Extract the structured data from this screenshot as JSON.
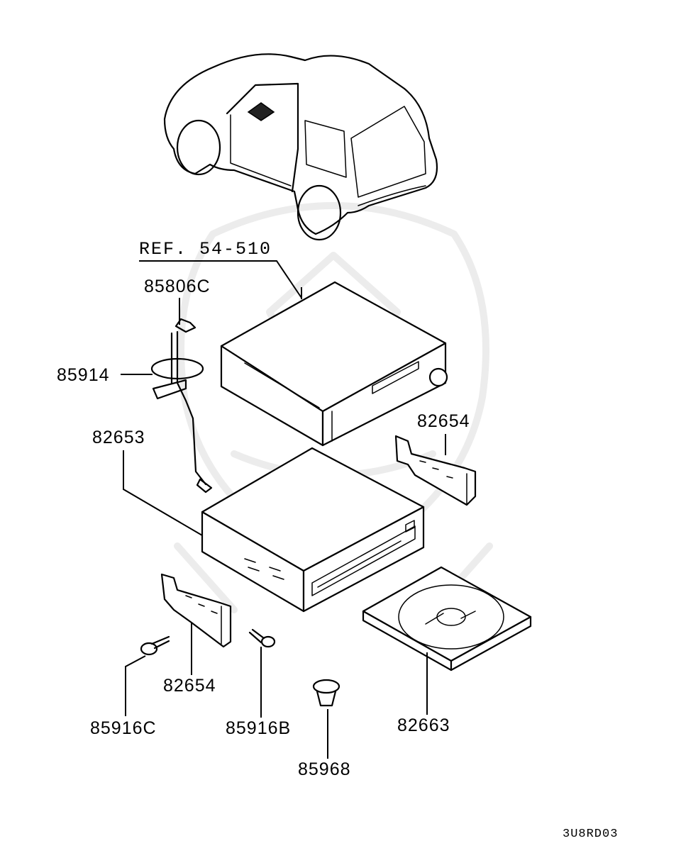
{
  "reference_label": "REF. 54-510",
  "diagram_code": "3U8RD03",
  "callouts": {
    "antenna_cable": "85806C",
    "cable_tie": "85914",
    "navigation_unit": "82653",
    "bracket_right": "82654",
    "bracket_left": "82654",
    "bolt": "85916C",
    "screw": "85916B",
    "clip": "85968",
    "disc": "82663"
  }
}
